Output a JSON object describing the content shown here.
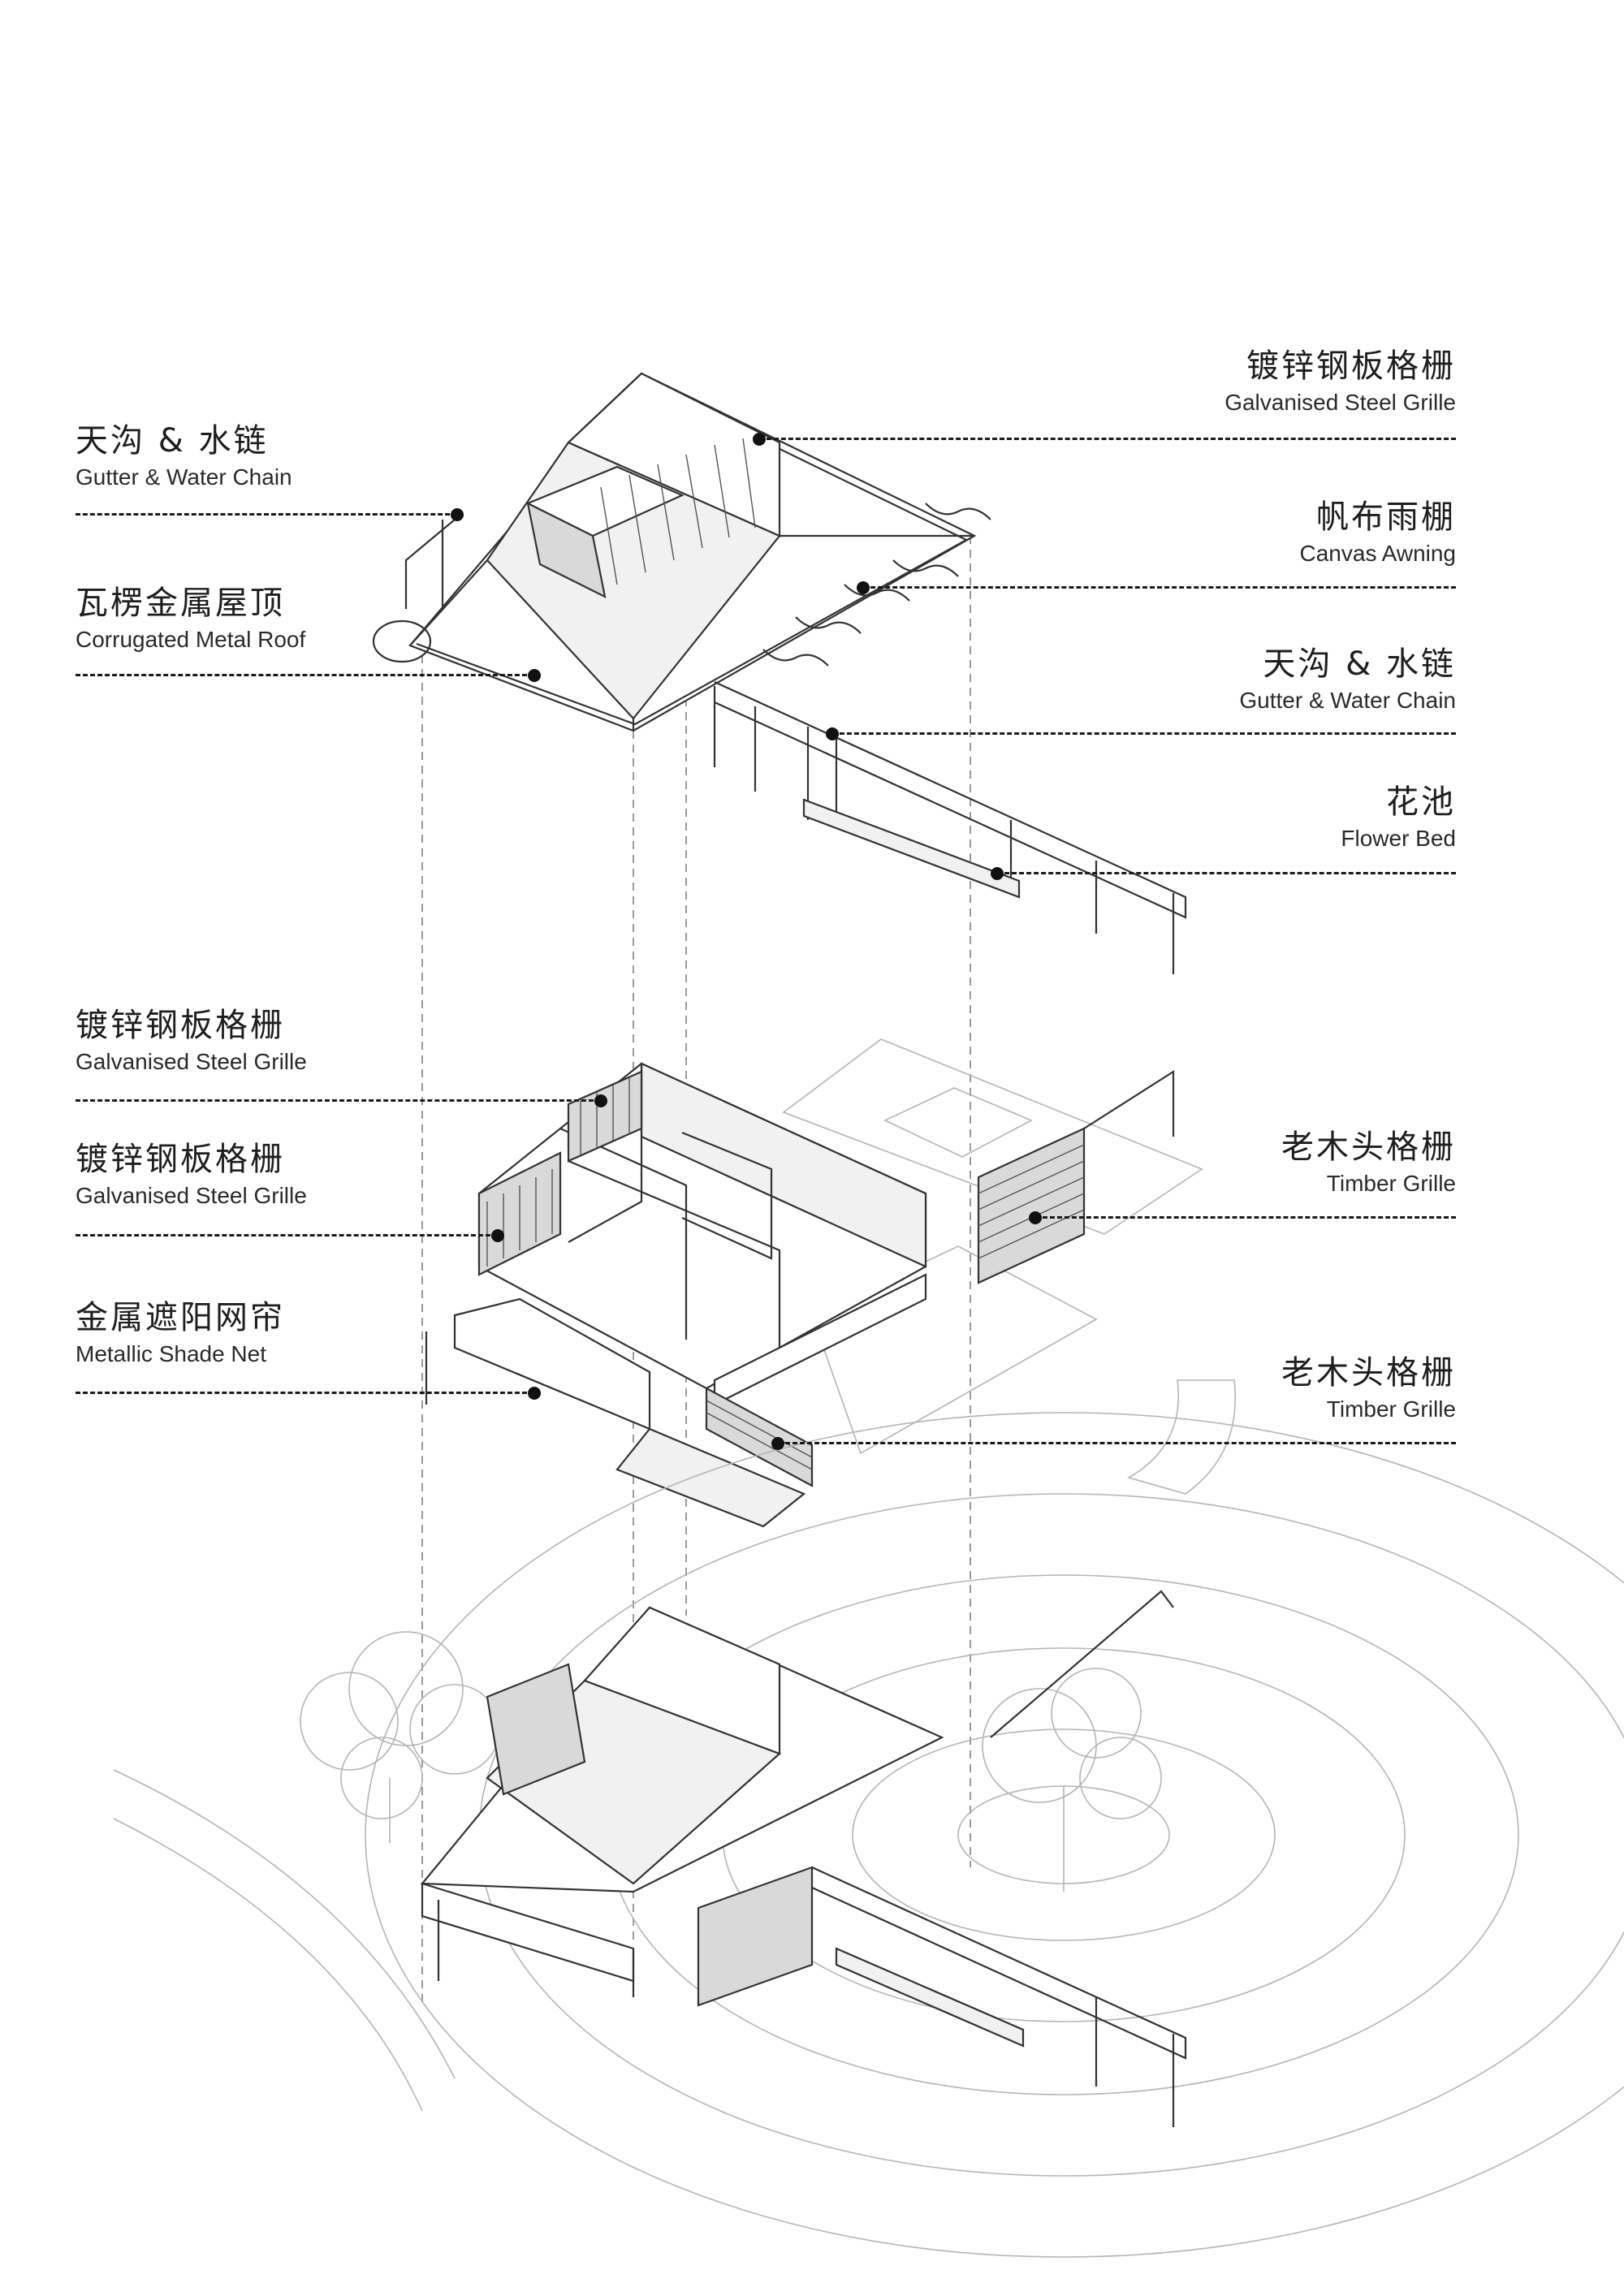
{
  "labels": {
    "left": [
      {
        "id": "gutter-water-chain-roof",
        "zh": "天沟 & 水链",
        "en": "Gutter & Water Chain"
      },
      {
        "id": "corrugated-metal-roof",
        "zh": "瓦楞金属屋顶",
        "en": "Corrugated Metal Roof"
      },
      {
        "id": "galvanised-steel-grille-mid-1",
        "zh": "镀锌钢板格栅",
        "en": "Galvanised Steel Grille"
      },
      {
        "id": "galvanised-steel-grille-mid-2",
        "zh": "镀锌钢板格栅",
        "en": "Galvanised Steel Grille"
      },
      {
        "id": "metallic-shade-net",
        "zh": "金属遮阳网帘",
        "en": "Metallic Shade Net"
      }
    ],
    "right": [
      {
        "id": "galvanised-steel-grille-roof",
        "zh": "镀锌钢板格栅",
        "en": "Galvanised Steel Grille"
      },
      {
        "id": "canvas-awning",
        "zh": "帆布雨棚",
        "en": "Canvas Awning"
      },
      {
        "id": "gutter-water-chain-beam",
        "zh": "天沟 & 水链",
        "en": "Gutter & Water Chain"
      },
      {
        "id": "flower-bed",
        "zh": "花池",
        "en": "Flower Bed"
      },
      {
        "id": "timber-grille-1",
        "zh": "老木头格栅",
        "en": "Timber Grille"
      },
      {
        "id": "timber-grille-2",
        "zh": "老木头格栅",
        "en": "Timber Grille"
      }
    ]
  }
}
